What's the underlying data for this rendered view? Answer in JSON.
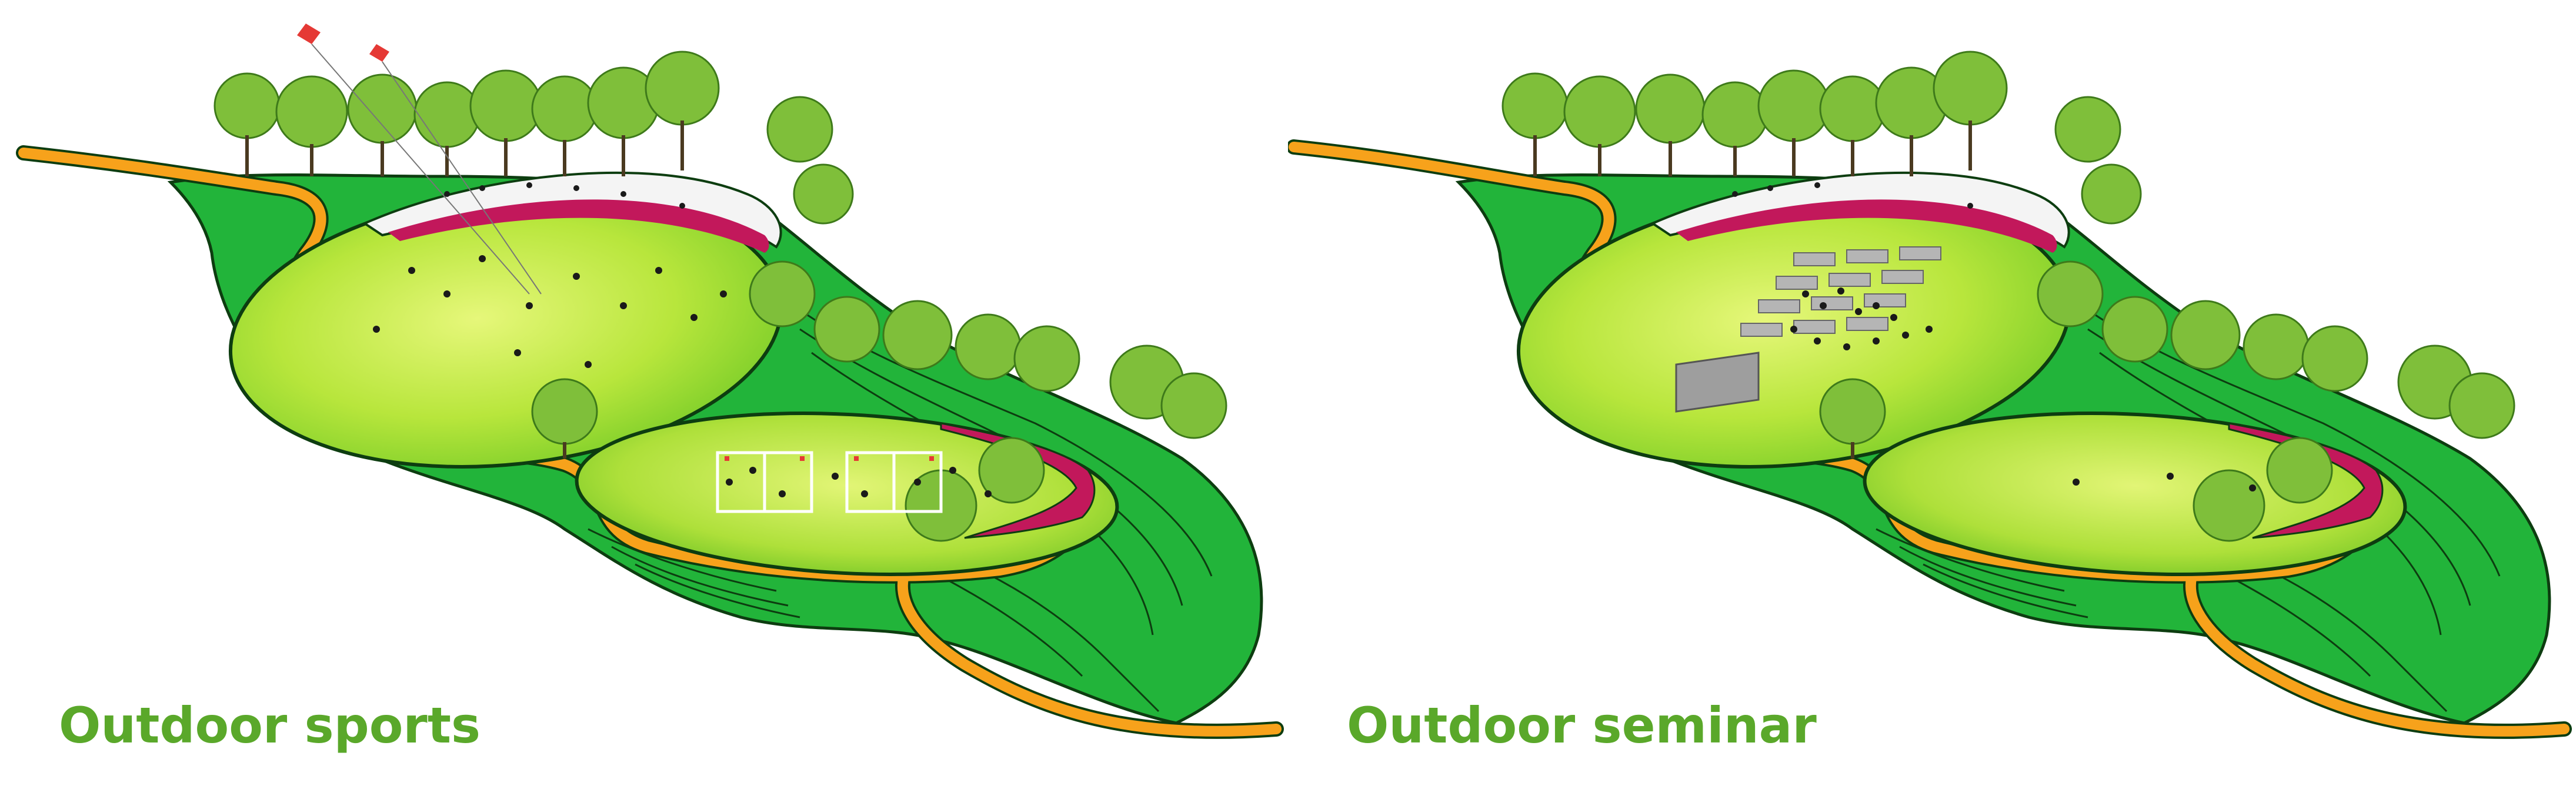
{
  "panels": [
    {
      "caption": "Outdoor sports",
      "activity": "sports-fields",
      "features": [
        "kites",
        "ball-courts",
        "players"
      ]
    },
    {
      "caption": "Outdoor seminar",
      "activity": "seminar-seating",
      "features": [
        "screen",
        "seating-rows",
        "audience"
      ]
    }
  ],
  "colors": {
    "caption": "#5aa82a",
    "lawn_light": "#c8ec4a",
    "lawn_mid": "#8ed42a",
    "slope": "#22b43a",
    "path": "#f7a21b",
    "canopy": "#c2185b",
    "tree": "#7fbf3a"
  }
}
